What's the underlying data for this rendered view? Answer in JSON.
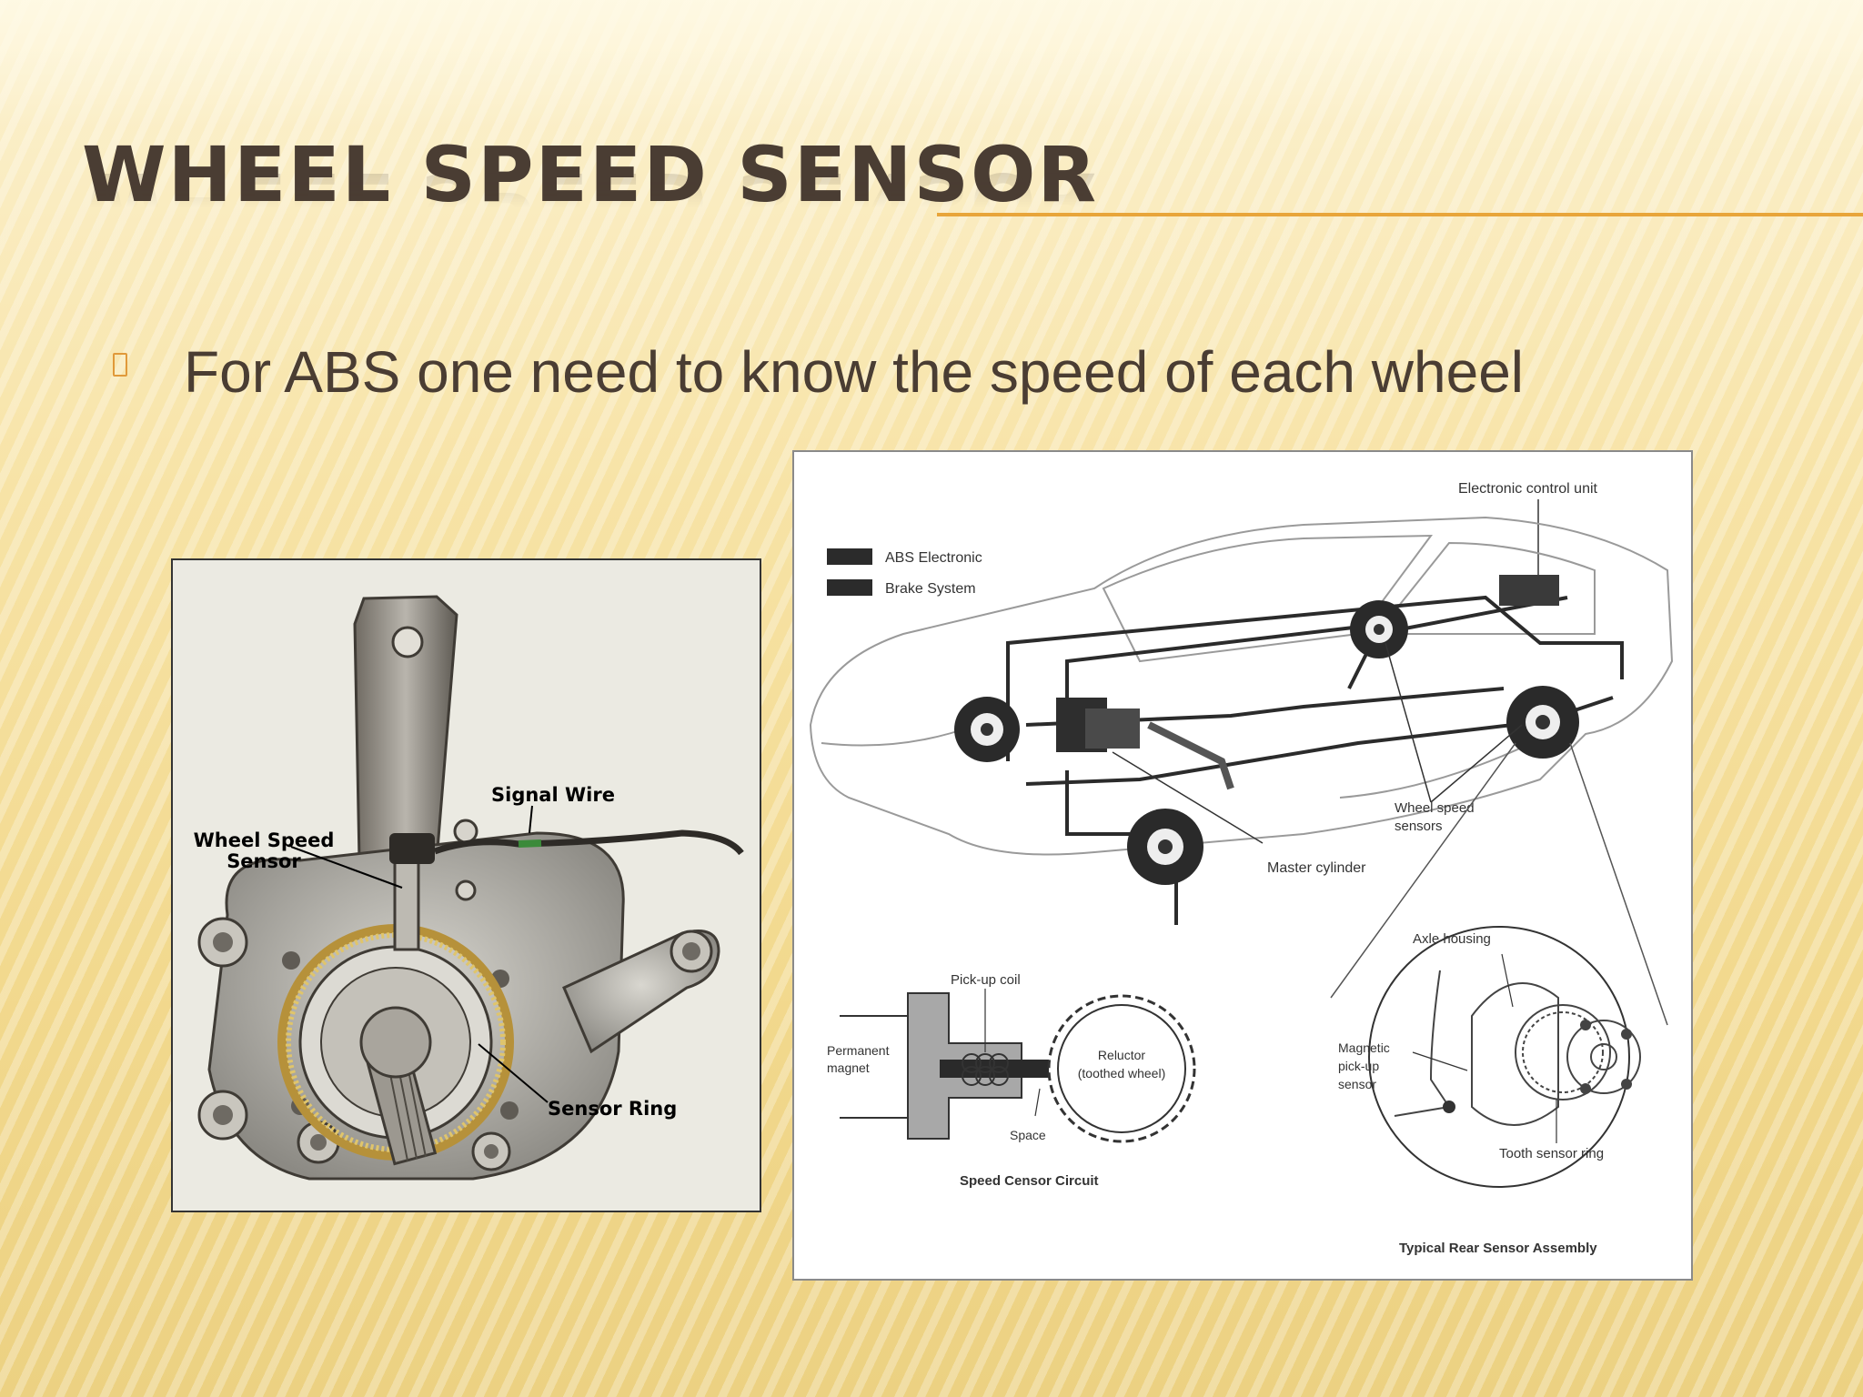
{
  "slide": {
    "title": "WHEEL SPEED SENSOR",
    "bullets": [
      {
        "text": "For ABS one need to know the speed of each wheel"
      }
    ],
    "accent_color": "#e8a53a",
    "text_color": "#4a3d33"
  },
  "knuckle_photo": {
    "labels": {
      "signal_wire": "Signal Wire",
      "wheel_speed_sensor_line1": "Wheel Speed",
      "wheel_speed_sensor_line2": "Sensor",
      "sensor_ring": "Sensor Ring"
    }
  },
  "abs_diagram": {
    "legend": [
      "ABS Electronic",
      "Brake System"
    ],
    "labels": {
      "ecu": "Electronic control unit",
      "wheel_speed_sensors_line1": "Wheel speed",
      "wheel_speed_sensors_line2": "sensors",
      "master_cylinder": "Master cylinder",
      "axle_housing": "Axle housing",
      "magnetic_line1": "Magnetic",
      "magnetic_line2": "pick-up",
      "magnetic_line3": "sensor",
      "tooth_ring": "Tooth sensor ring",
      "pickup_coil": "Pick-up coil",
      "permanent_line1": "Permanent",
      "permanent_line2": "magnet",
      "reluctor_line1": "Reluctor",
      "reluctor_line2": "(toothed wheel)",
      "space": "Space",
      "speed_circuit": "Speed Censor Circuit",
      "rear_assembly": "Typical Rear Sensor Assembly"
    }
  }
}
